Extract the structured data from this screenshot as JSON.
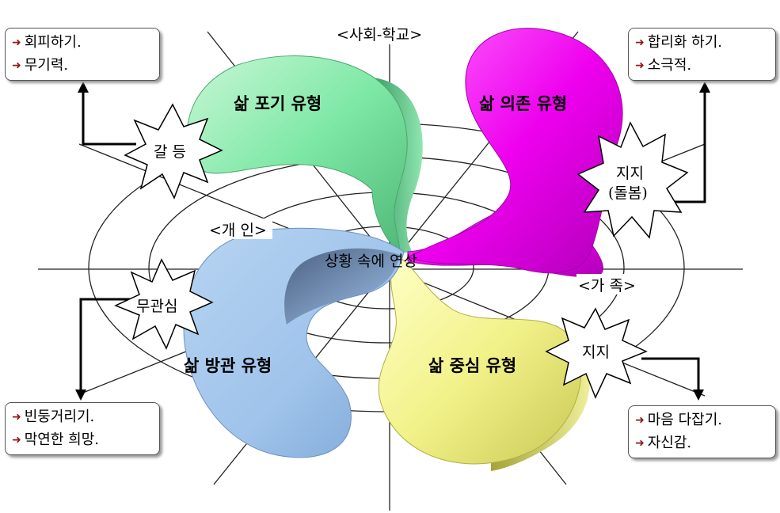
{
  "diagram": {
    "quadrant_labels": {
      "top": "<사회-학교>",
      "left": "<개 인>",
      "right": "<가 족>"
    },
    "center_label": "상황 속에 연상",
    "petals": [
      {
        "label": "삶 포기 유형",
        "color": "#7ee8a6"
      },
      {
        "label": "삶 의존 유형",
        "color": "#ee00ee"
      },
      {
        "label": "삶 방관 유형",
        "color": "#9fc3ea"
      },
      {
        "label": "삶 중심 유형",
        "color": "#f2f28a"
      }
    ],
    "bursts": [
      {
        "label_line1": "갈 등"
      },
      {
        "label_line1": "지지",
        "label_line2": "(돌봄)"
      },
      {
        "label_line1": "무관심"
      },
      {
        "label_line1": "지지"
      }
    ],
    "boxes": [
      {
        "items": [
          "회피하기.",
          "무기력."
        ]
      },
      {
        "items": [
          "합리화 하기.",
          "소극적."
        ]
      },
      {
        "items": [
          "빈둥거리기.",
          "막연한 희망."
        ]
      },
      {
        "items": [
          "마음 다잡기.",
          "자신감."
        ]
      }
    ],
    "bullet_icon": "diamond-arrow-icon",
    "bullet_color": "#8b1a1a"
  }
}
